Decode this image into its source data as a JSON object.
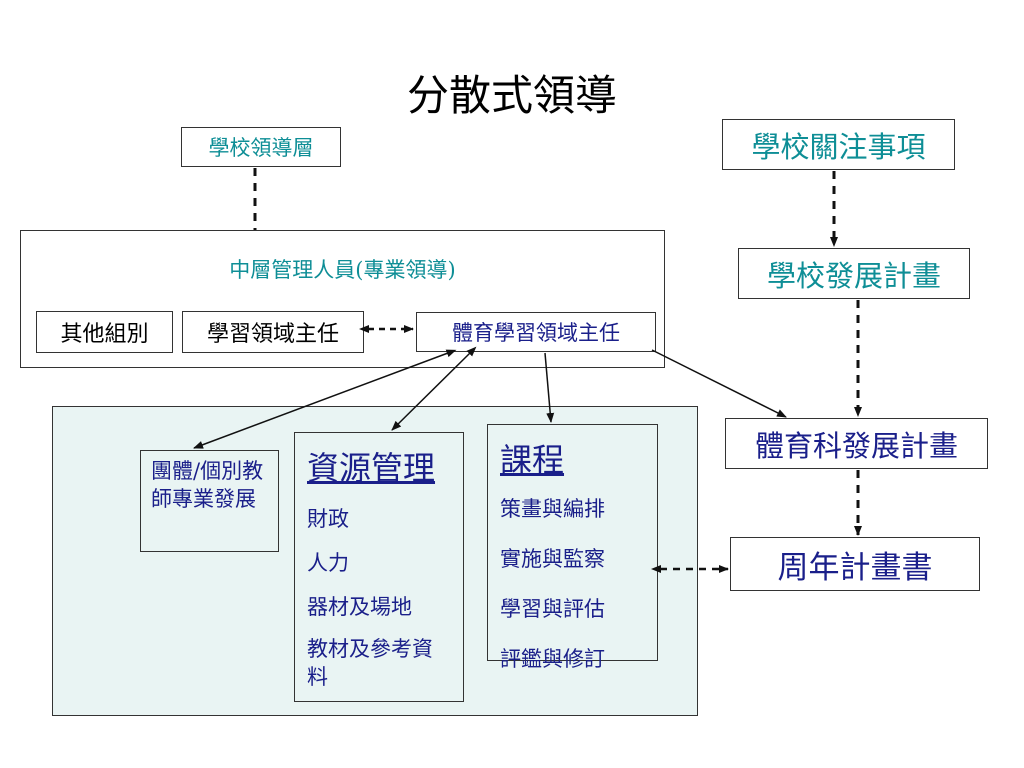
{
  "title": "分散式領導",
  "nodes": {
    "school_leadership": "學校領導層",
    "middle_management": "中層管理人員(專業領導)",
    "other_groups": "其他組別",
    "kla_head": "學習領域主任",
    "pe_kla_head": "體育學習領域主任",
    "school_concerns": "學校關注事項",
    "school_dev_plan": "學校發展計畫",
    "pe_dev_plan": "體育科發展計畫",
    "annual_plan": "周年計畫書",
    "team_dev": "團體/個別教師專業發展",
    "resources": {
      "heading": "資源管理",
      "items": [
        "財政",
        "人力",
        "器材及場地",
        "教材及參考資料"
      ]
    },
    "curriculum": {
      "heading": "課程",
      "items": [
        "策畫與編排",
        "實施與監察",
        "學習與評估",
        "評鑑與修訂"
      ]
    }
  },
  "colors": {
    "teal_text": "#0e8e96",
    "navy_text": "#1a1f8a",
    "panel_bg": "#e9f4f3",
    "border": "#333333"
  }
}
